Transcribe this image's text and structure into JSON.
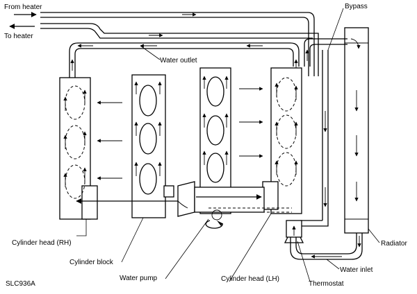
{
  "diagram": {
    "labels": {
      "from_heater": "From heater",
      "to_heater": "To heater",
      "bypass": "Bypass",
      "water_outlet": "Water outlet",
      "cylinder_head_rh": "Cylinder head (RH)",
      "cylinder_block": "Cylinder block",
      "water_pump": "Water pump",
      "cylinder_head_lh": "Cylinder head (LH)",
      "thermostat": "Thermostat",
      "water_inlet": "Water inlet",
      "radiator": "Radiator"
    },
    "figure_code": "SLC936A"
  }
}
